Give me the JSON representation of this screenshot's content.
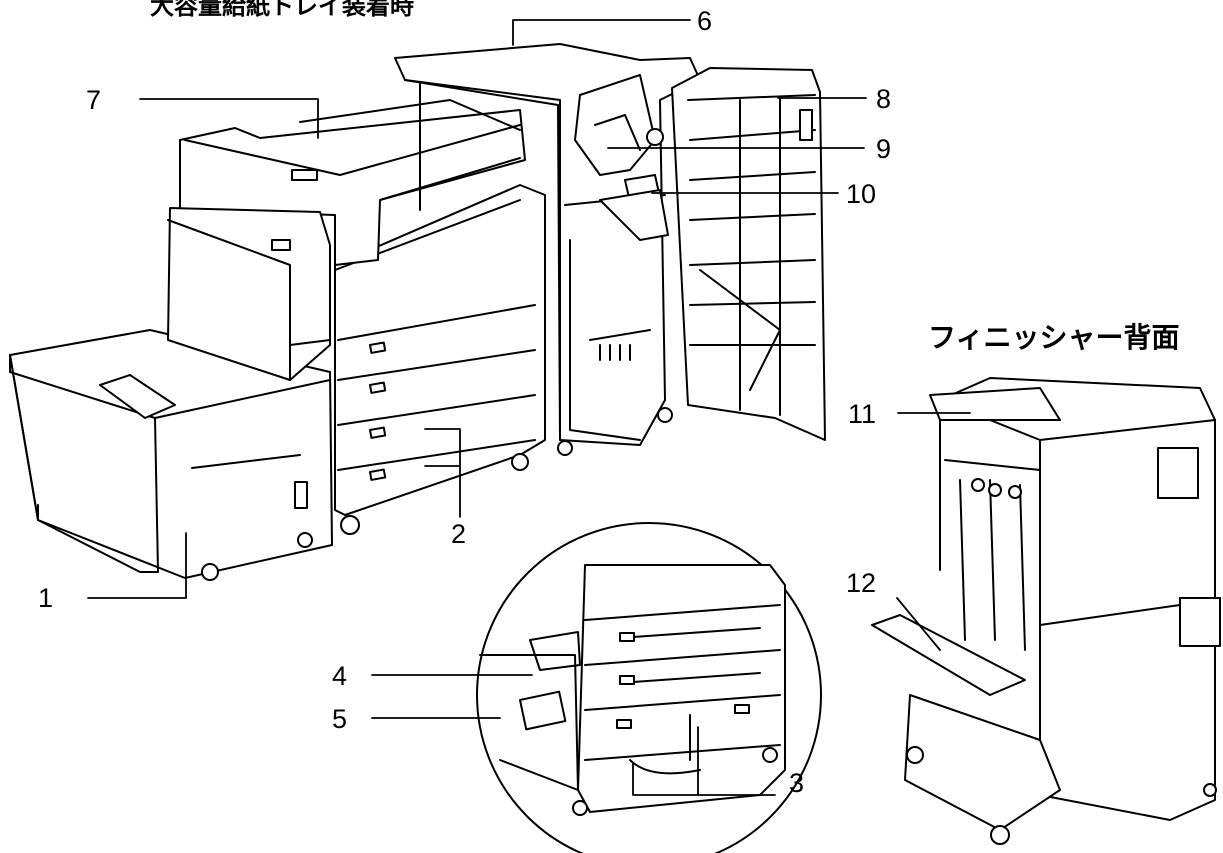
{
  "titles": {
    "top": "大容量給紙トレイ装着時",
    "right": "フィニッシャー背面"
  },
  "callouts": [
    {
      "id": "c1",
      "label": "1"
    },
    {
      "id": "c2",
      "label": "2"
    },
    {
      "id": "c3",
      "label": "3"
    },
    {
      "id": "c4",
      "label": "4"
    },
    {
      "id": "c5",
      "label": "5"
    },
    {
      "id": "c6",
      "label": "6"
    },
    {
      "id": "c7",
      "label": "7"
    },
    {
      "id": "c8",
      "label": "8"
    },
    {
      "id": "c9",
      "label": "9"
    },
    {
      "id": "c10",
      "label": "10"
    },
    {
      "id": "c11",
      "label": "11"
    },
    {
      "id": "c12",
      "label": "12"
    }
  ],
  "colors": {
    "line": "#000000",
    "body": "#ffffff",
    "shade": "#e6e6e6"
  }
}
